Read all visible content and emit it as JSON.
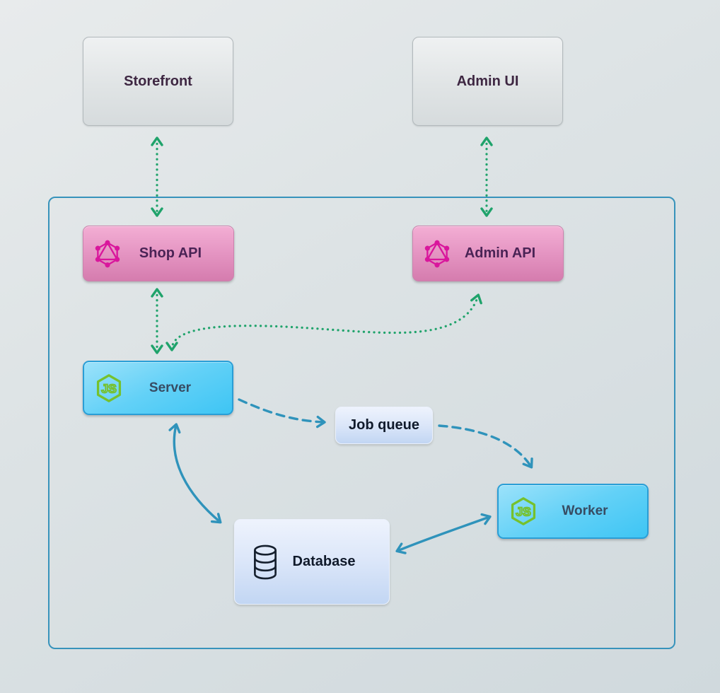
{
  "diagram": {
    "title": "",
    "nodes": [
      {
        "id": "storefront",
        "label": "Storefront",
        "type": "external-client"
      },
      {
        "id": "admin-ui",
        "label": "Admin UI",
        "type": "external-client"
      },
      {
        "id": "shop-api",
        "label": "Shop API",
        "type": "graphql-api",
        "icon": "graphql-icon"
      },
      {
        "id": "admin-api",
        "label": "Admin API",
        "type": "graphql-api",
        "icon": "graphql-icon"
      },
      {
        "id": "server",
        "label": "Server",
        "type": "nodejs-service",
        "icon": "nodejs-icon"
      },
      {
        "id": "job-queue",
        "label": "Job queue",
        "type": "queue"
      },
      {
        "id": "worker",
        "label": "Worker",
        "type": "nodejs-service",
        "icon": "nodejs-icon"
      },
      {
        "id": "database",
        "label": "Database",
        "type": "datastore",
        "icon": "database-icon"
      }
    ],
    "edges": [
      {
        "from": "storefront",
        "to": "shop-api",
        "style": "dotted",
        "color": "green",
        "bidirectional": true
      },
      {
        "from": "admin-ui",
        "to": "admin-api",
        "style": "dotted",
        "color": "green",
        "bidirectional": true
      },
      {
        "from": "shop-api",
        "to": "server",
        "style": "dotted",
        "color": "green",
        "bidirectional": true
      },
      {
        "from": "server",
        "to": "admin-api",
        "style": "dotted",
        "color": "green",
        "bidirectional": true
      },
      {
        "from": "server",
        "to": "job-queue",
        "style": "dashed",
        "color": "blue",
        "bidirectional": false
      },
      {
        "from": "job-queue",
        "to": "worker",
        "style": "dashed",
        "color": "blue",
        "bidirectional": false
      },
      {
        "from": "server",
        "to": "database",
        "style": "solid",
        "color": "blue",
        "bidirectional": true
      },
      {
        "from": "database",
        "to": "worker",
        "style": "solid",
        "color": "blue",
        "bidirectional": true
      }
    ],
    "colors": {
      "arrow_green": "#1fa36b",
      "arrow_blue": "#2f93bb",
      "container_border": "#3793bb",
      "graphql_pink": "#e10098",
      "nodejs_green": "#76c12d",
      "pink_box_top": "#f3aed4",
      "pink_box_bottom": "#d57cae",
      "cyan_box_top": "#9ce2fa",
      "cyan_box_bottom": "#3ec5f4",
      "queue_box_top": "#eef3fd",
      "queue_box_bottom": "#c2d6f3",
      "ext_box_top": "#eff1f2",
      "ext_box_bottom": "#d6dbdd"
    }
  }
}
